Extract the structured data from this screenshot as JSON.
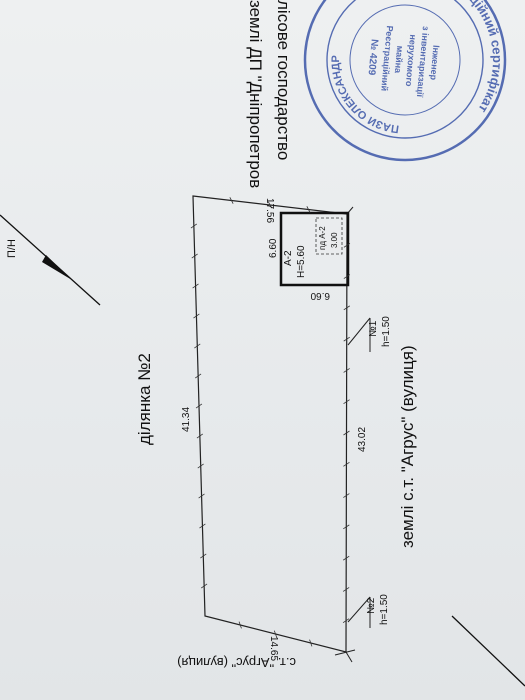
{
  "plan": {
    "north_label": "П/Н",
    "parcel_title": "ділянка №2",
    "street_label": "землі с.т. \"Агрус\" (вулиця)",
    "street_label_top": "с.т. \"Агрус\" (вулиця)",
    "top_text_line1": "землі ДП \"Дніпропетров",
    "top_text_line2": "лісове господарство",
    "dims": {
      "top_left": "14.65",
      "left_side": "41.34",
      "right_side": "43.02",
      "top_right": "17.56",
      "building_w": "6.60",
      "building_h": "6.60"
    },
    "building": {
      "label": "А-2",
      "height": "Н=5.60",
      "inner_label": "пд А-2",
      "inner_height": "3.00"
    },
    "markers": [
      {
        "name": "№1",
        "height": "h=1.50"
      },
      {
        "name": "№2",
        "height": "h=1.50"
      }
    ]
  },
  "stamp": {
    "line_a": "Кваліфікаційний сертифікат",
    "line_b": "ПАЗИ ОЛЕКСАНДР",
    "line_c": "Інженер",
    "line_d": "з інвентаризації",
    "line_e": "нерухомого",
    "line_f": "майна",
    "line_g": "Реєстраційний",
    "line_h": "№ 4209"
  }
}
